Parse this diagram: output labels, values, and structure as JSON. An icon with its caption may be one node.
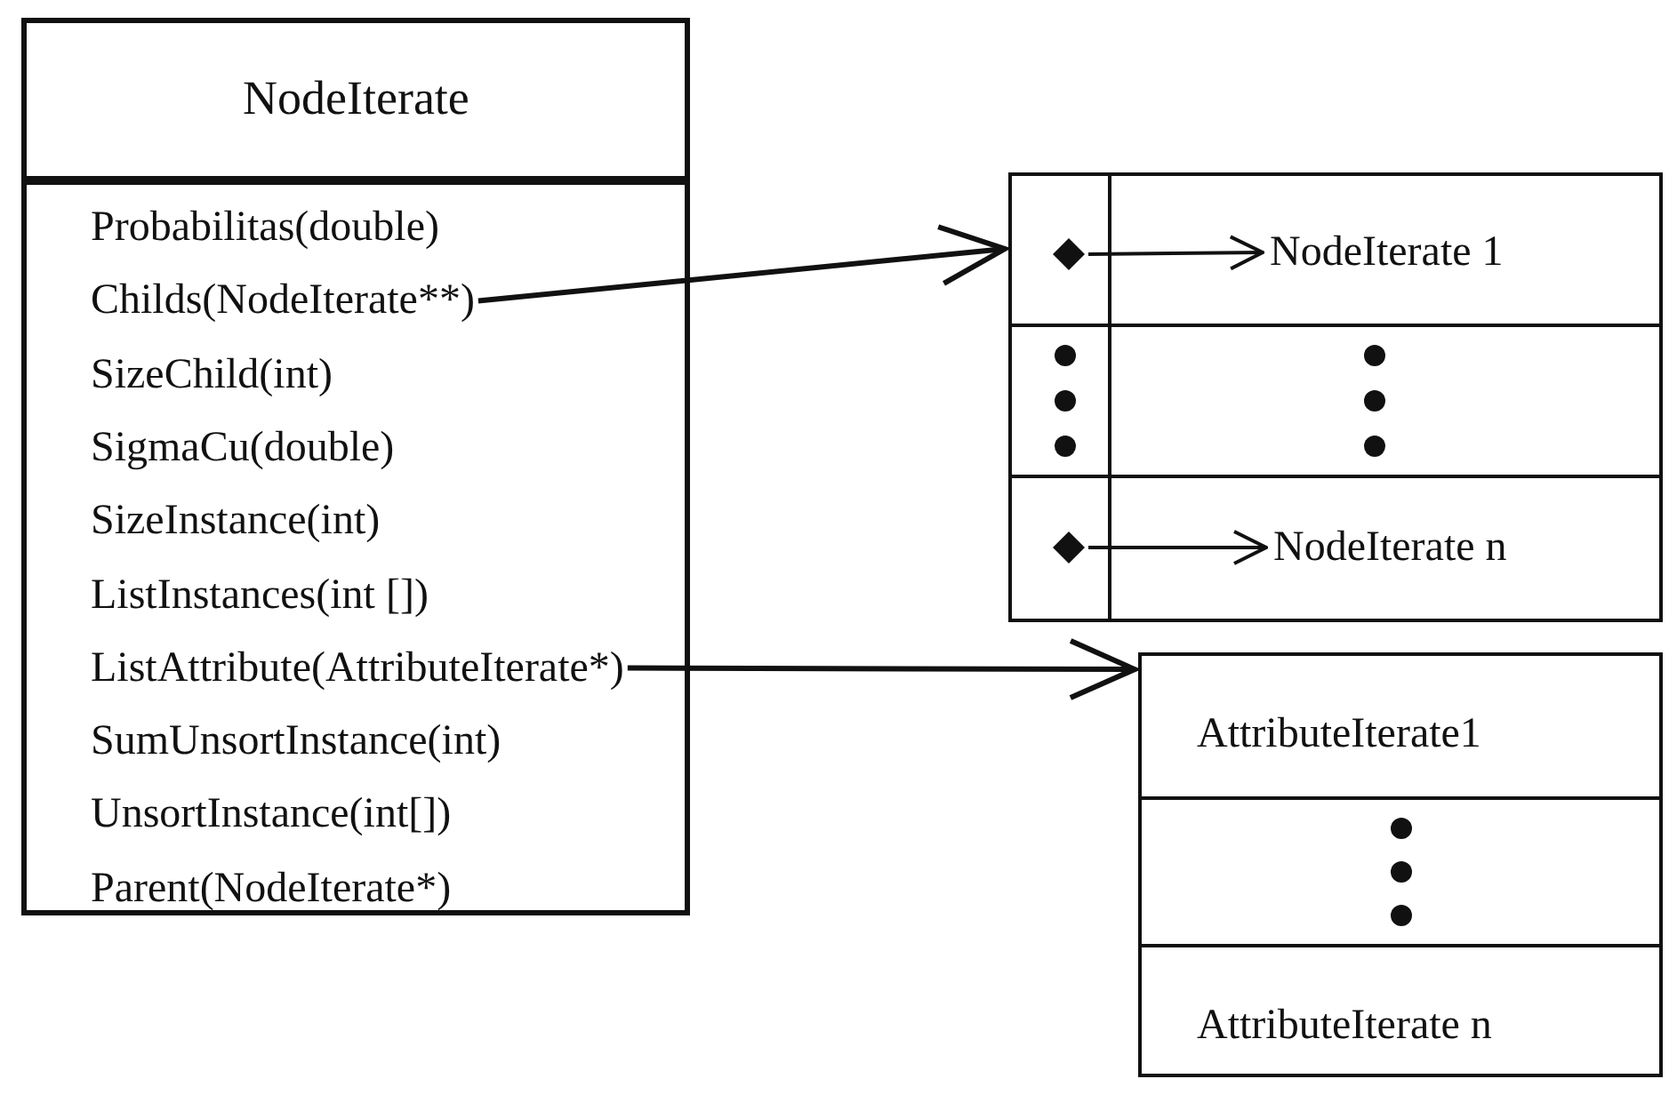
{
  "diagram": {
    "nodes": [
      {
        "text": [
          "NodeIterate"
        ]
      },
      {
        "text": [
          "Probabilitas(double)"
        ],
        "in": 0
      },
      {
        "text": [
          "Childs(NodeIterate**)"
        ],
        "in": 0
      },
      {
        "text": [
          "SizeChild(int)"
        ],
        "in": 0
      },
      {
        "text": [
          "SigmaCu(double)"
        ],
        "in": 0
      },
      {
        "text": [
          "SizeInstance(int)"
        ],
        "in": 0
      },
      {
        "text": [
          "ListInstances(int [])"
        ],
        "in": 0
      },
      {
        "text": [
          "ListAttribute(AttributeIterate*)"
        ],
        "in": 0
      },
      {
        "text": [
          "SumUnsortInstance(int)"
        ],
        "in": 0
      },
      {
        "text": [
          "UnsortInstance(int[])"
        ],
        "in": 0
      },
      {
        "text": [
          "Parent(NodeIterate*)"
        ],
        "in": 0
      },
      {
        "text": [],
        "shape": "box"
      },
      {
        "text": [],
        "shape": "diamond",
        "in": 11
      },
      {
        "text": [
          "NodeIterate 1"
        ],
        "in": 11
      },
      {
        "text": [],
        "shape": "diamond",
        "in": 11
      },
      {
        "text": [
          "NodeIterate n"
        ],
        "in": 11
      },
      {
        "text": [],
        "shape": "box"
      },
      {
        "text": [
          "AttributeIterate1"
        ],
        "in": 16
      },
      {
        "text": [
          "AttributeIterate n"
        ],
        "in": 16
      }
    ],
    "edges": [
      {
        "from": 2,
        "to": 11,
        "arrow": "to"
      },
      {
        "from": 12,
        "to": 13,
        "arrow": "to"
      },
      {
        "from": 14,
        "to": 15,
        "arrow": "to"
      },
      {
        "from": 7,
        "to": 16,
        "arrow": "to"
      }
    ]
  }
}
